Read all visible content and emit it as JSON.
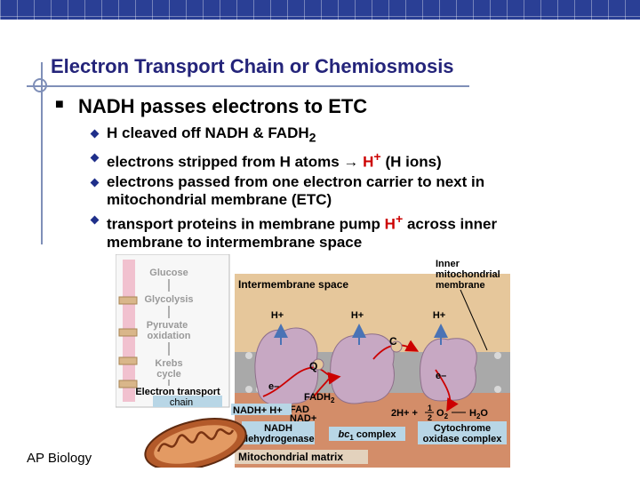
{
  "slide": {
    "title": "Electron Transport Chain or Chemiosmosis",
    "main_bullet": "NADH passes electrons to ETC",
    "sub_bullets": {
      "b1": {
        "text": "H cleaved off NADH & FADH",
        "sub": "2"
      },
      "b2": {
        "pre": "electrons stripped from H atoms",
        "arrow": "→",
        "h": "H",
        "plus": "+",
        "post": "(H ions)"
      },
      "b3": "electrons passed from one electron carrier to next in mitochondrial membrane (ETC)",
      "b4": {
        "pre": "transport proteins in membrane pump",
        "h": "H",
        "plus": "+",
        "post": "across inner membrane to intermembrane space"
      }
    },
    "footer": "AP Biology"
  },
  "figure": {
    "sidebar": {
      "glucose": "Glucose",
      "glycolysis": "Glycolysis",
      "pyruvate_1": "Pyruvate",
      "pyruvate_2": "oxidation",
      "krebs_1": "Krebs",
      "krebs_2": "cycle",
      "etc_1": "Electron transport",
      "etc_2": "chain"
    },
    "inner_membrane_label_1": "Inner",
    "inner_membrane_label_2": "mitochondrial",
    "inner_membrane_label_3": "membrane",
    "intermembrane_space": "Intermembrane space",
    "h_plus": "H+",
    "c_label": "C",
    "q_label": "Q",
    "e_label": "e–",
    "fadh2": "FADH",
    "fadh2_sub": "2",
    "fad": "FAD",
    "nadh_h": "NADH+ H+",
    "nad": "NAD+",
    "two_h": "2H+ +",
    "half_num": "1",
    "half_den": "2",
    "o2": "O",
    "o2_sub": "2",
    "h2o": "H",
    "h2o_sub": "2",
    "h2o_tail": "O",
    "nadh_dehydrogenase_1": "NADH",
    "nadh_dehydrogenase_2": "dehydrogenase",
    "bc1_complex_1": "bc",
    "bc1_complex_sub": "1",
    "bc1_complex_2": " complex",
    "cytochrome_1": "Cytochrome",
    "cytochrome_2": "oxidase complex",
    "matrix": "Mitochondrial matrix"
  },
  "colors": {
    "title": "#24247a",
    "highlight": "#cc0000",
    "bar": "#2a3f95",
    "intermembrane": "#e6c79b",
    "membrane": "#a9a9a9",
    "matrix": "#d38d69",
    "protein": "#c7a8c3",
    "label_box": "#b8d6e6",
    "sidebar": "#f1c1cf"
  }
}
